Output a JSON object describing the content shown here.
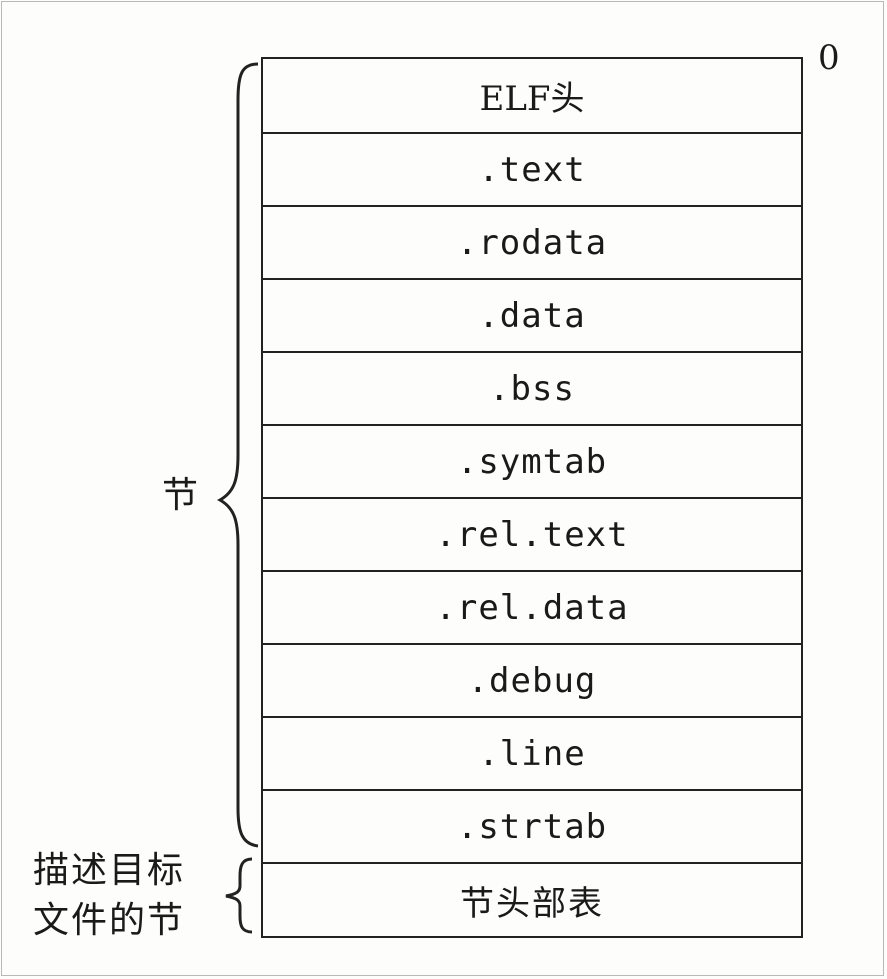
{
  "offset_label": "0",
  "rows": [
    {
      "label": "ELF头"
    },
    {
      "label": ".text"
    },
    {
      "label": ".rodata"
    },
    {
      "label": ".data"
    },
    {
      "label": ".bss"
    },
    {
      "label": ".symtab"
    },
    {
      "label": ".rel.text"
    },
    {
      "label": ".rel.data"
    },
    {
      "label": ".debug"
    },
    {
      "label": ".line"
    },
    {
      "label": ".strtab"
    },
    {
      "label": "节头部表"
    }
  ],
  "annotations": {
    "sections_label": "节",
    "header_table_label_line1": "描述目标",
    "header_table_label_line2": "文件的节"
  }
}
